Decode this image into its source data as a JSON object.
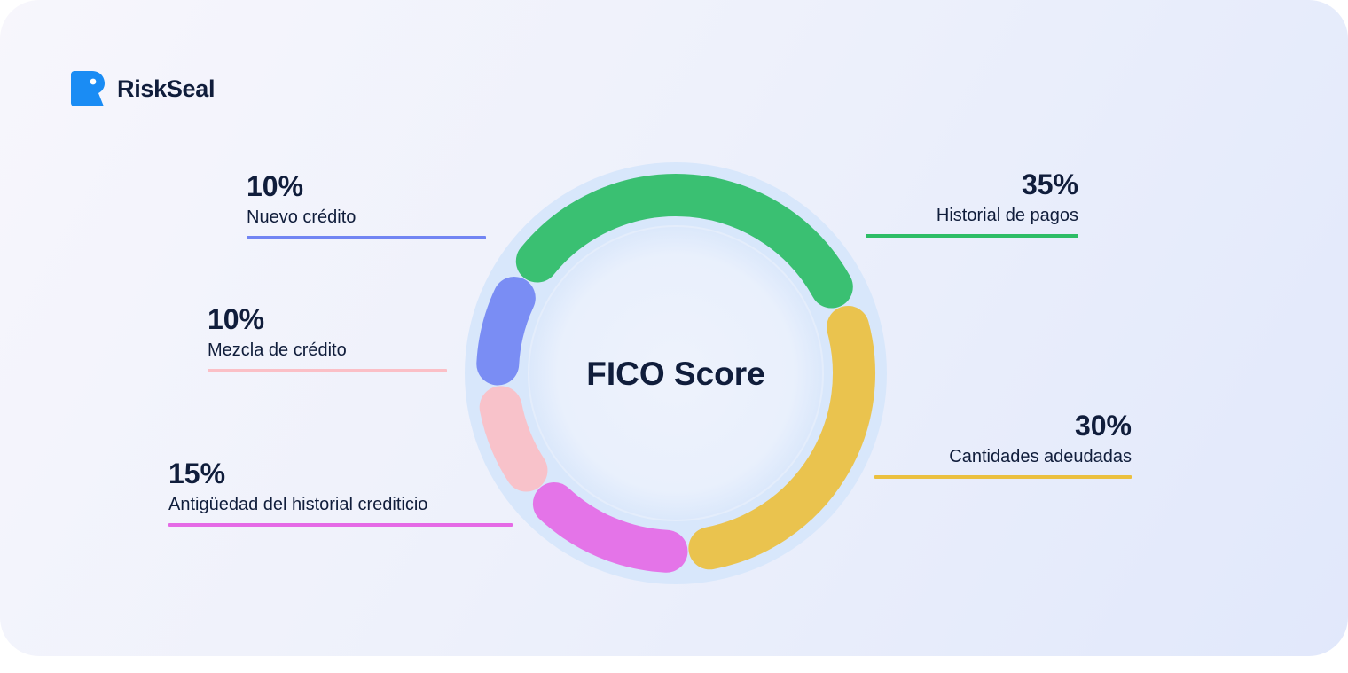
{
  "brand": {
    "name": "RiskSeal",
    "color": "#1a8cf4"
  },
  "chart_data": {
    "type": "pie",
    "variant": "donut",
    "center_label": "FICO Score",
    "slices": [
      {
        "label": "Historial de pagos",
        "value": 35,
        "value_label": "35%",
        "color": "#2dbd66"
      },
      {
        "label": "Cantidades adeudadas",
        "value": 30,
        "value_label": "30%",
        "color": "#ebc03f"
      },
      {
        "label": "Antigüedad del historial crediticio",
        "value": 15,
        "value_label": "15%",
        "color": "#e56ae6"
      },
      {
        "label": "Mezcla de crédito",
        "value": 10,
        "value_label": "10%",
        "color": "#fbbfc6"
      },
      {
        "label": "Nuevo crédito",
        "value": 10,
        "value_label": "10%",
        "color": "#7285f3"
      }
    ]
  }
}
